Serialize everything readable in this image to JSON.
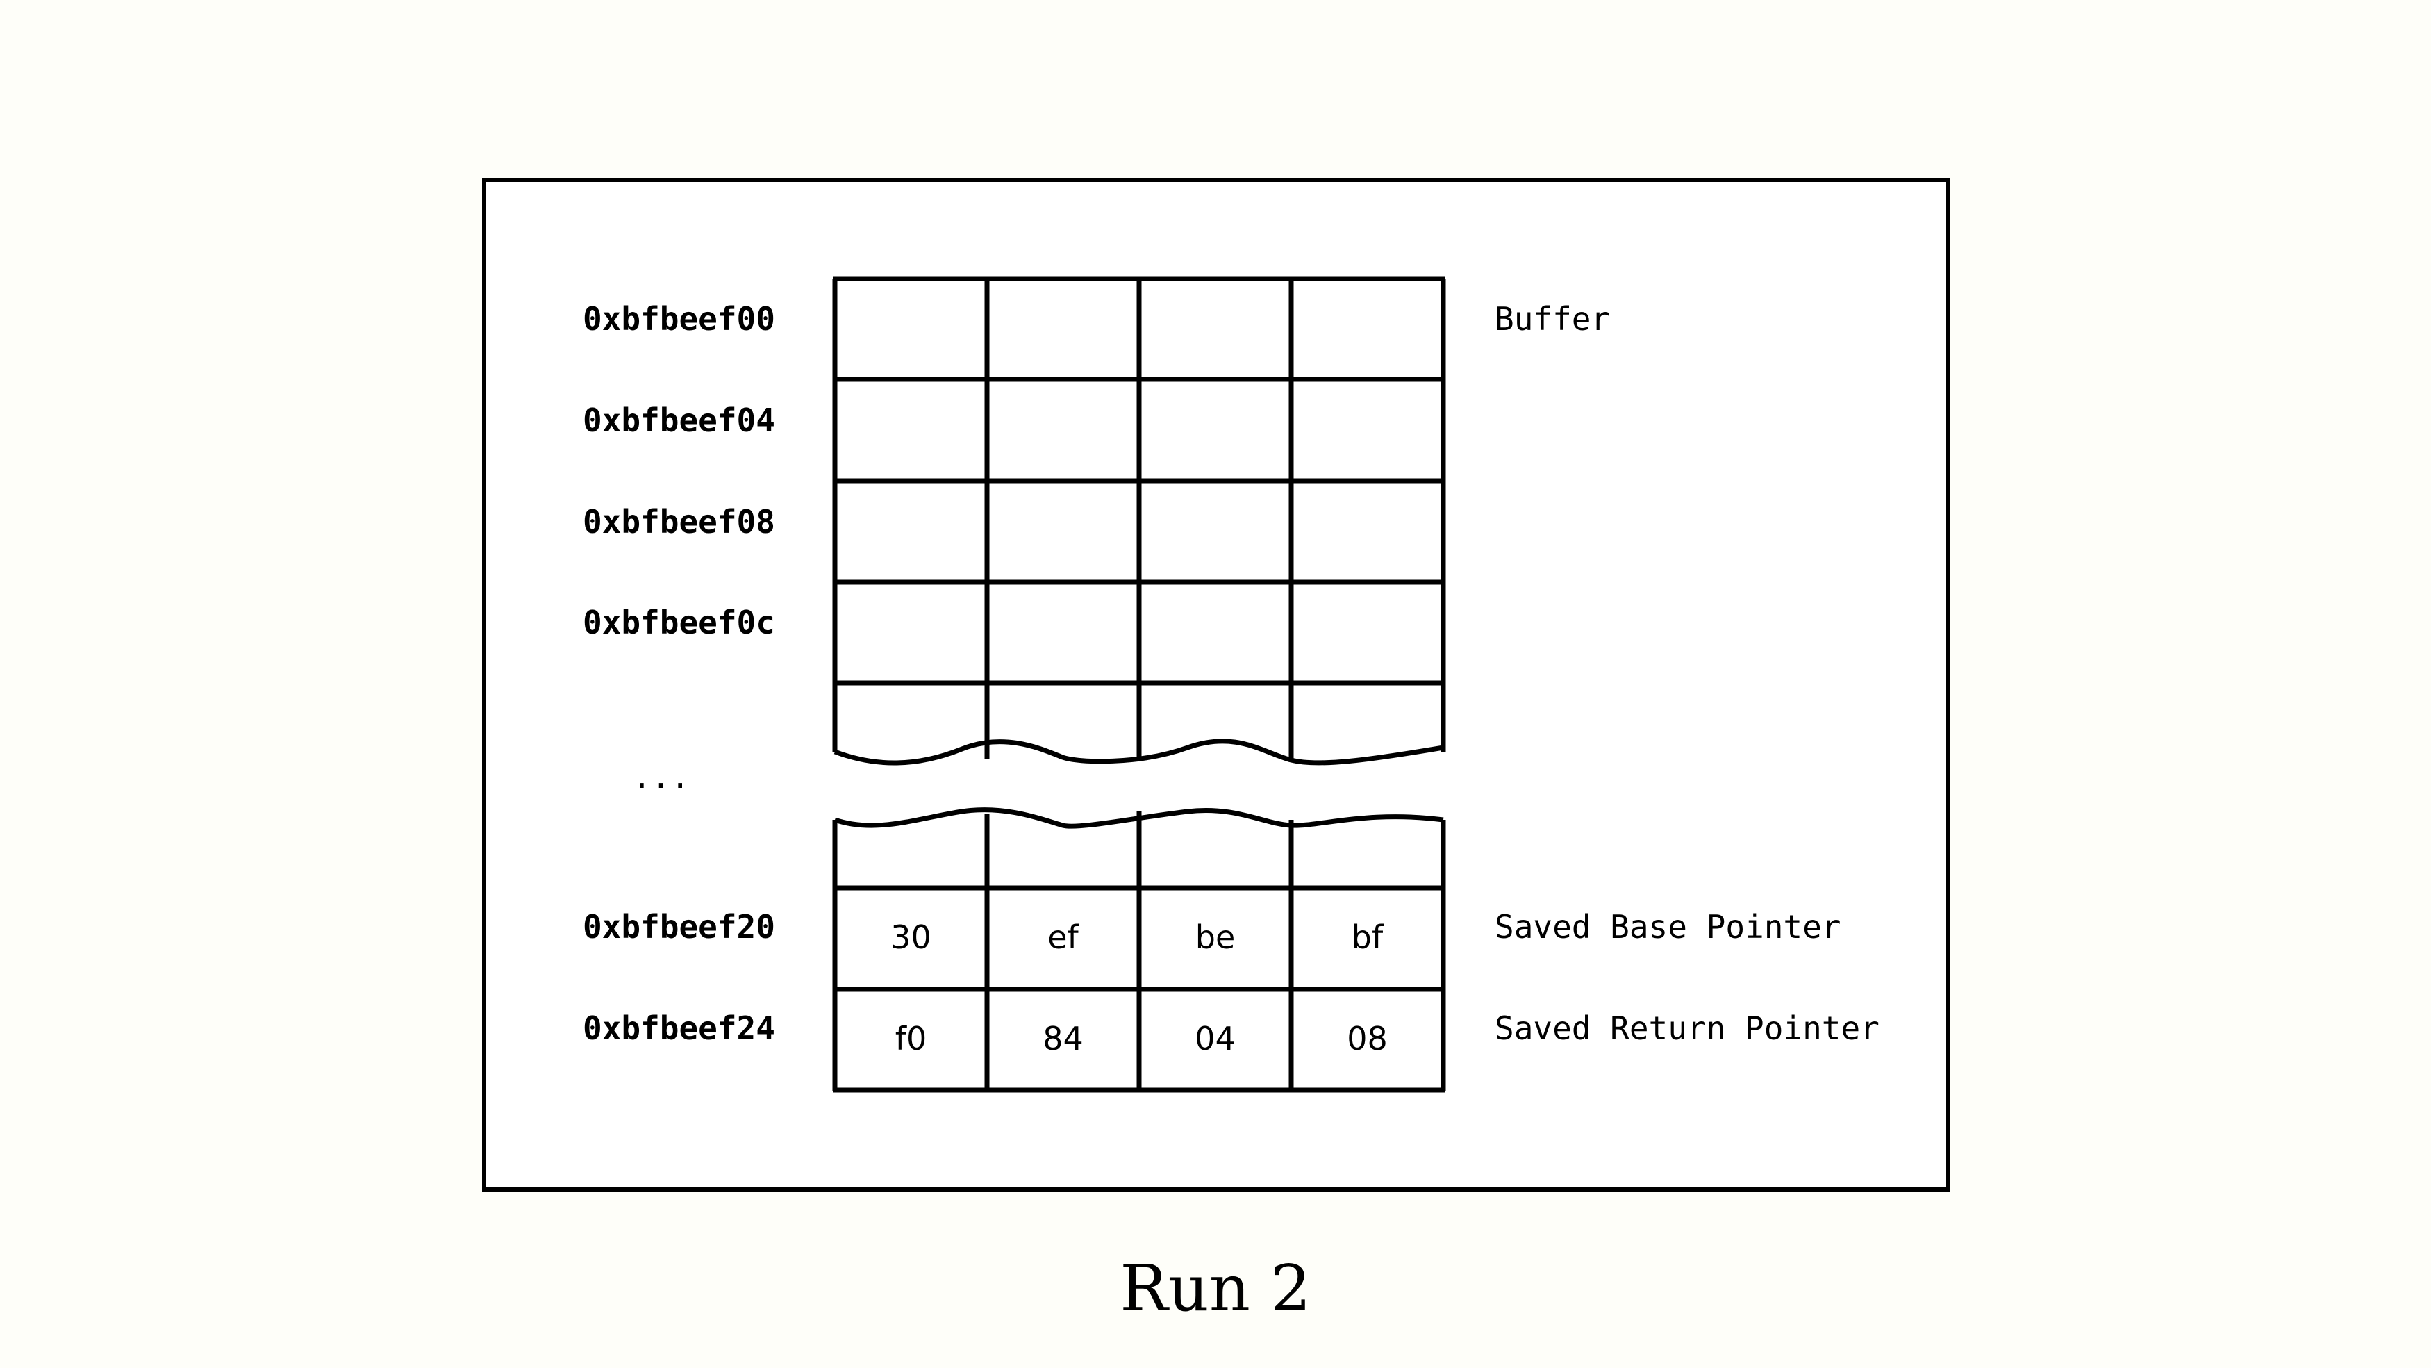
{
  "addresses": {
    "a00": "0xbfbeef00",
    "a04": "0xbfbeef04",
    "a08": "0xbfbeef08",
    "a0c": "0xbfbeef0c",
    "a20": "0xbfbeef20",
    "a24": "0xbfbeef24"
  },
  "ellipsis": "...",
  "labels": {
    "buffer": "Buffer",
    "saved_base_pointer": "Saved Base Pointer",
    "saved_return_pointer": "Saved Return Pointer"
  },
  "rows": {
    "sbp": [
      "30",
      "ef",
      "be",
      "bf"
    ],
    "srp": [
      "f0",
      "84",
      "04",
      "08"
    ]
  },
  "caption": "Run 2"
}
